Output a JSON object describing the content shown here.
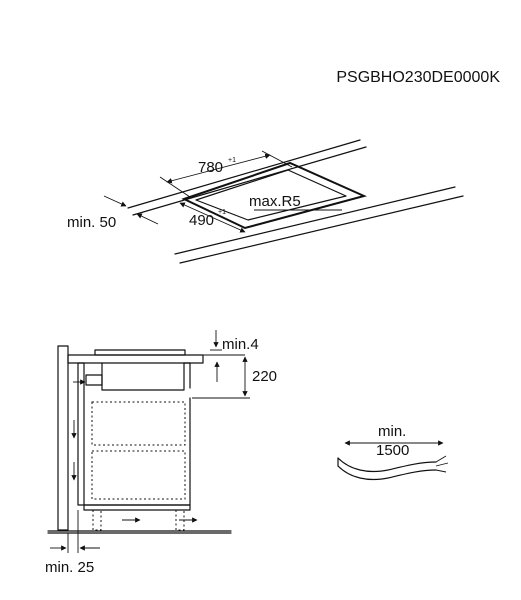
{
  "model_code": "PSGBHO230DE0000K",
  "top_view": {
    "width_label": "780",
    "width_tolerance": "+1",
    "depth_label": "490",
    "depth_tolerance": "+1",
    "radius_label": "max.R5",
    "edge_distance_label": "min. 50"
  },
  "side_view": {
    "gap_label": "min.4",
    "height_label": "220",
    "wall_gap_label": "min. 25"
  },
  "cable": {
    "label_top": "min.",
    "label_bottom": "1500"
  }
}
